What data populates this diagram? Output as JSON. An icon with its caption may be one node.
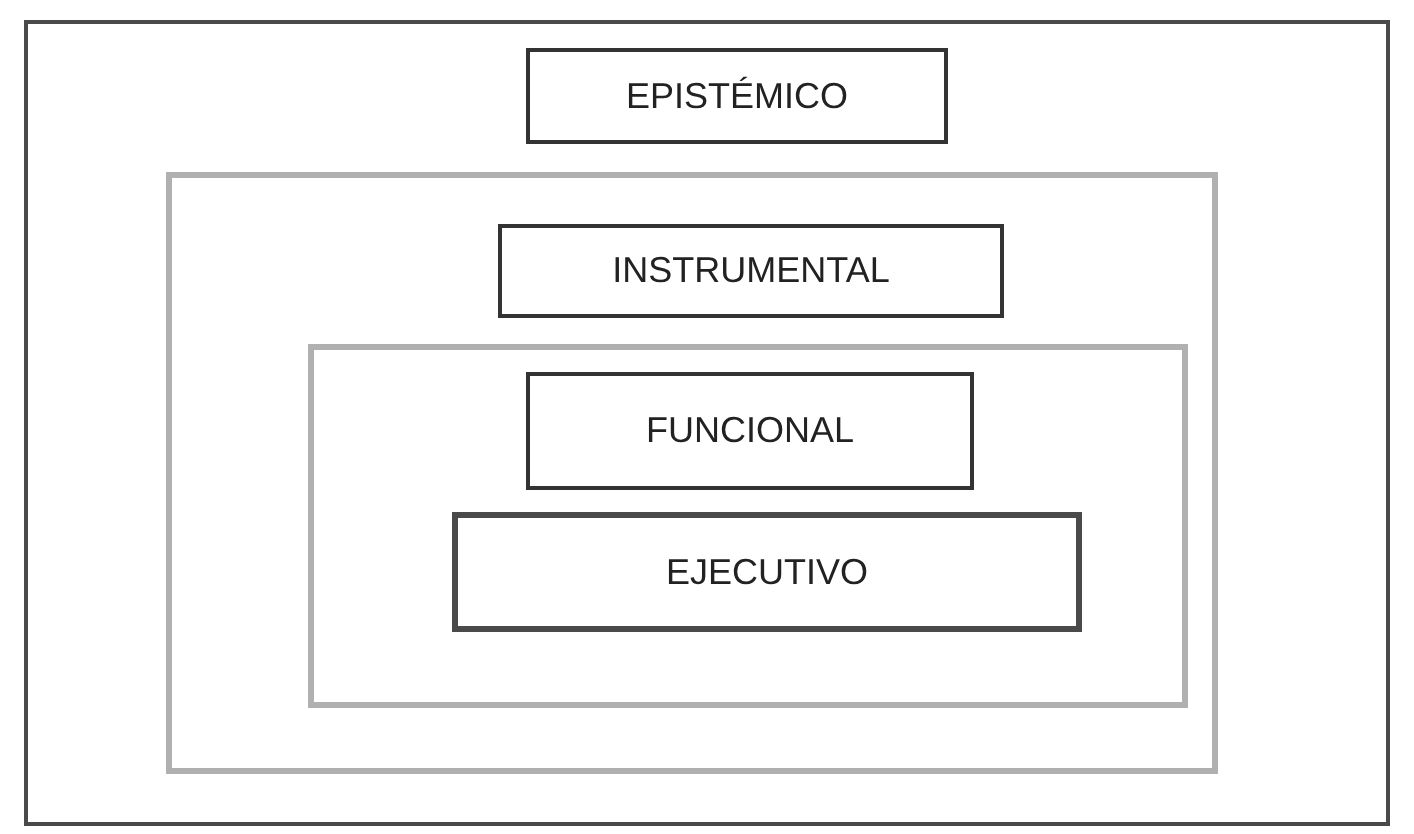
{
  "diagram": {
    "nodes": [
      {
        "text": [],
        "shape": "box"
      },
      {
        "text": [
          "EPISTÉMICO"
        ],
        "in": 0
      },
      {
        "text": [],
        "shape": "box",
        "in": 0
      },
      {
        "text": [
          "INSTRUMENTAL"
        ],
        "in": 2
      },
      {
        "text": [],
        "shape": "box",
        "in": 2
      },
      {
        "text": [
          "FUNCIONAL"
        ],
        "in": 4
      },
      {
        "text": [
          "EJECUTIVO"
        ],
        "in": 4
      }
    ]
  }
}
